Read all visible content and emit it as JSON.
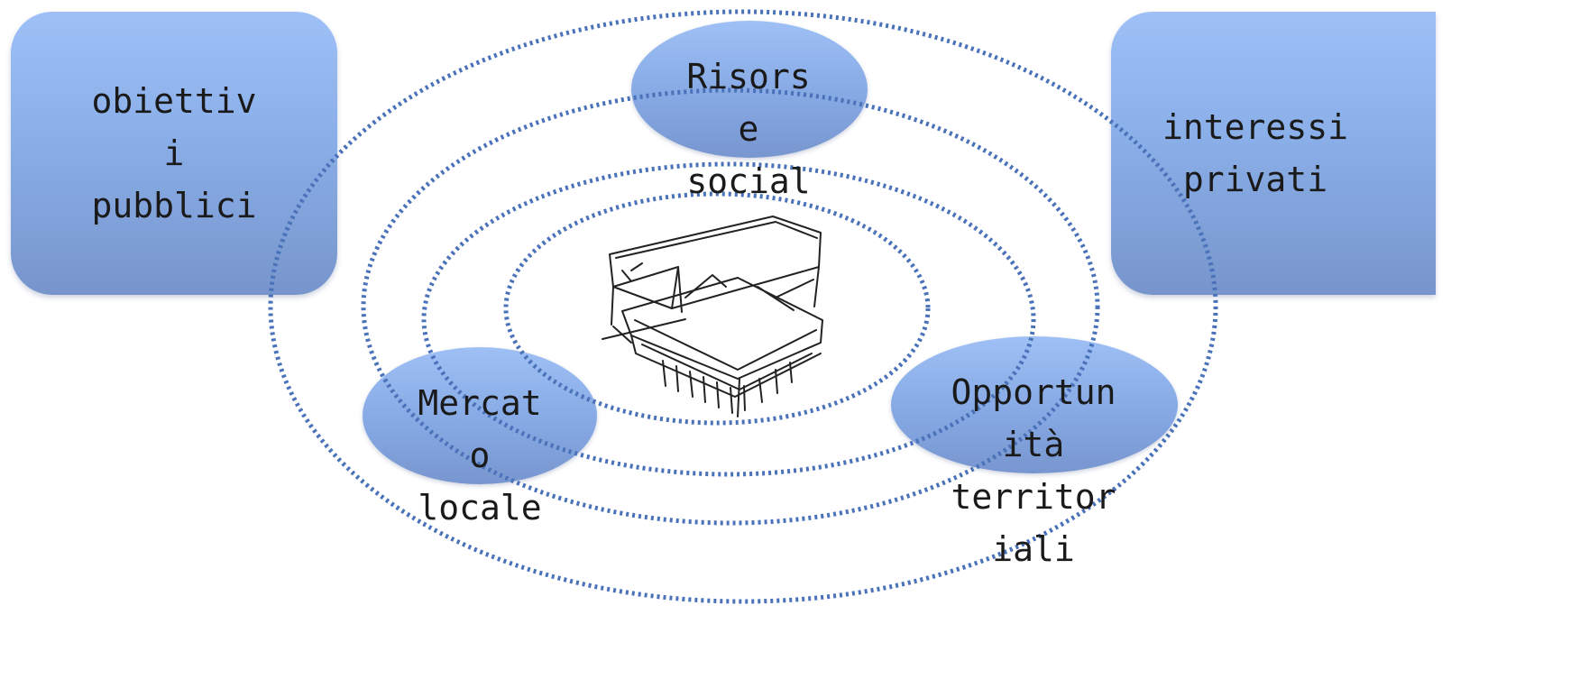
{
  "boxes": {
    "left": {
      "label": "obiettiv\ni\npubblici"
    },
    "right": {
      "label": "interessi\nprivati"
    }
  },
  "bubbles": {
    "top": {
      "label": "Risors\ne\nsocial"
    },
    "left": {
      "label": "Mercat\no\nlocale"
    },
    "right": {
      "label": "Opportun\nità\nterritor\niali"
    }
  },
  "rings": {
    "count": 4,
    "stroke_color": "#4a72b8",
    "style": "dotted"
  },
  "center_image": {
    "icon": "building-sketch-icon"
  },
  "colors": {
    "fill_light": "#9ec0f7",
    "fill_dark": "#7795cc",
    "text": "#1a1a1a"
  }
}
